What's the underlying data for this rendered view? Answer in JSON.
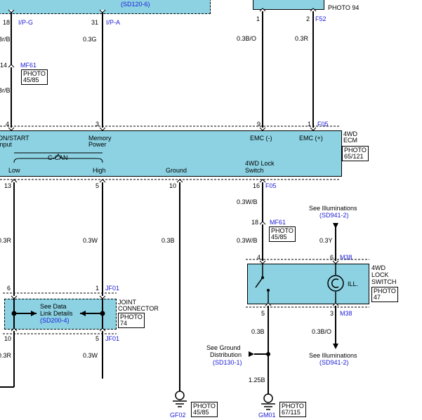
{
  "top_left": {
    "ref": "(SD120-6)",
    "pin_a": "18",
    "conn_a": "I/P-G",
    "pin_b": "31",
    "conn_b": "I/P-A"
  },
  "top_right": {
    "photo": "PHOTO 94",
    "pin_a": "1",
    "pin_b": "2",
    "conn_b": "F52"
  },
  "wires": {
    "w_brb1": "Br/B",
    "w_03g": "0.3G",
    "w_brb2": "Br/B",
    "w_03bo_top": "0.3B/O",
    "w_03r_top": "0.3R",
    "w_03wb_1": "0.3W/B",
    "w_03wb_2": "0.3W/B",
    "w_03r_left": "0.3R",
    "w_03w_mid": "0.3W",
    "w_03b_gnd": "0.3B",
    "w_03y": "0.3Y",
    "w_03r_low": "0.3R",
    "w_03w_low": "0.3W",
    "w_03b_sw": "0.3B",
    "w_03bo_sw": "0.3B/O",
    "w_125b": "1.25B"
  },
  "mf61_upper": {
    "pin": "14",
    "conn": "MF61",
    "photo_1": "PHOTO",
    "photo_2": "45/85"
  },
  "ecm": {
    "name_1": "4WD",
    "name_2": "ECM",
    "photo_1": "PHOTO",
    "photo_2": "65/121",
    "pin_ign": "4",
    "pin_mem": "3",
    "pin_emcm": "9",
    "pin_emcp": "1",
    "conn_top": "F05",
    "lbl_ign_1": "ON/START",
    "lbl_ign_2": "Input",
    "lbl_mem_1": "Memory",
    "lbl_mem_2": "Power",
    "lbl_emcm": "EMC (-)",
    "lbl_emcp": "EMC (+)",
    "lbl_ccan": "C-CAN",
    "lbl_low": "Low",
    "lbl_high": "High",
    "lbl_ground": "Ground",
    "lbl_lock_1": "4WD Lock",
    "lbl_lock_2": "Switch",
    "pin_low": "13",
    "pin_high": "5",
    "pin_gnd": "10",
    "pin_lock": "16",
    "conn_bottom": "F05"
  },
  "mf61_lower": {
    "pin": "18",
    "conn": "MF61",
    "photo_1": "PHOTO",
    "photo_2": "45/85"
  },
  "illum_top": {
    "see": "See Illuminations",
    "ref": "(SD941-2)"
  },
  "joint": {
    "pin_tl": "6",
    "pin_tr": "1",
    "conn_top": "JF01",
    "see_1": "See Data",
    "see_2": "Link Details",
    "ref": "(SD200-4)",
    "name_1": "JOINT",
    "name_2": "CONNECTOR",
    "photo_1": "PHOTO",
    "photo_2": "74",
    "pin_bl": "10",
    "pin_br": "5",
    "conn_bottom": "JF01"
  },
  "lock_switch": {
    "pin_tl": "4",
    "pin_tr": "6",
    "conn_top": "M38",
    "name_1": "4WD",
    "name_2": "LOCK",
    "name_3": "SWITCH",
    "photo_1": "PHOTO",
    "photo_2": "47",
    "ill": "ILL.",
    "pin_bl": "5",
    "pin_br": "3",
    "conn_bottom": "M38"
  },
  "ground_dist": {
    "see_1": "See Ground",
    "see_2": "Distribution",
    "ref": "(SD130-1)"
  },
  "illum_bottom": {
    "see": "See Illuminations",
    "ref": "(SD941-2)"
  },
  "gf02": {
    "name": "GF02",
    "photo_1": "PHOTO",
    "photo_2": "45/85"
  },
  "gm01": {
    "name": "GM01",
    "photo_1": "PHOTO",
    "photo_2": "67/115"
  }
}
